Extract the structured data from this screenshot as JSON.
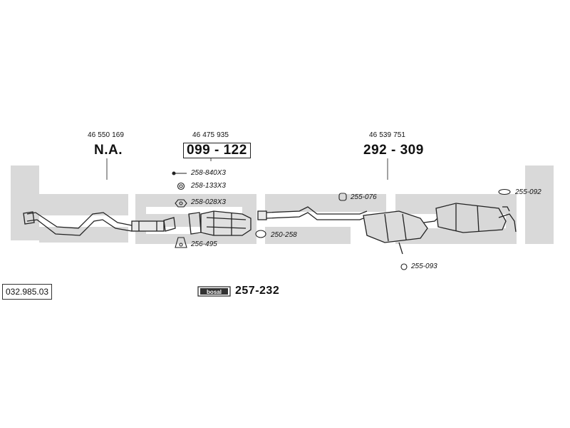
{
  "diagram_id": "032.985.03",
  "groups": [
    {
      "oe": "46 550 169",
      "part": "N.A."
    },
    {
      "oe": "46 475 935",
      "part": "099 - 122"
    },
    {
      "oe": "46 539 751",
      "part": "292 - 309"
    }
  ],
  "refs": {
    "r1": "258-840X3",
    "r2": "258-133X3",
    "r3": "258-028X3",
    "r4": "256-495",
    "r5": "255-076",
    "r6": "250-258",
    "r7": "255-092",
    "r8": "255-093"
  },
  "logo_part": "257-232",
  "brand": "bosal"
}
